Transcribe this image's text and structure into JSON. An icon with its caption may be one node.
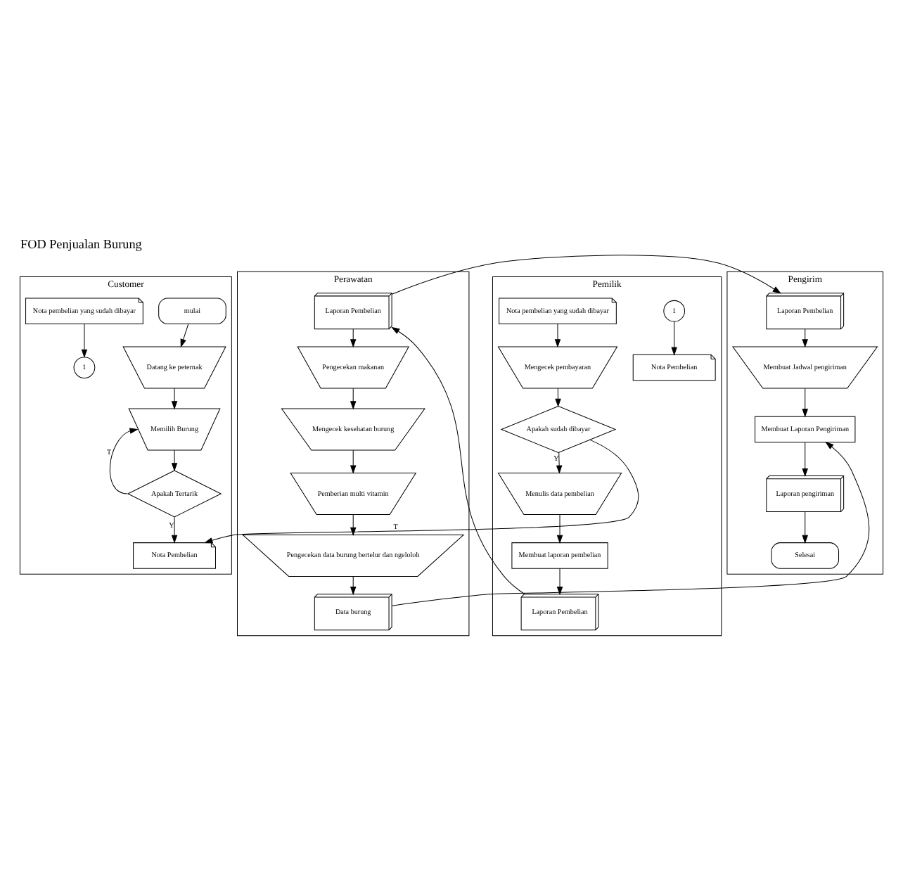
{
  "diagram": {
    "title": "FOD Penjualan Burung",
    "nodes": [
      {
        "text": [
          "Customer"
        ]
      },
      {
        "text": [
          "mulai"
        ],
        "in": 0
      },
      {
        "text": [
          "Datang ke peternak"
        ],
        "in": 0
      },
      {
        "text": [
          "Memilih Burung"
        ],
        "in": 0
      },
      {
        "text": [
          "Apakah Tertarik"
        ],
        "in": 0
      },
      {
        "text": [
          "Nota Pembelian"
        ],
        "in": 0
      },
      {
        "text": [
          "Nota pembelian yang sudah dibayar"
        ],
        "in": 0
      },
      {
        "text": [
          "1"
        ],
        "in": 0
      },
      {
        "text": [
          "Pemilik"
        ]
      },
      {
        "text": [
          "1"
        ],
        "in": 8
      },
      {
        "text": [
          "Nota Pembelian"
        ],
        "in": 8
      },
      {
        "text": [
          "Nota pembelian yang sudah dibayar"
        ],
        "in": 8
      },
      {
        "text": [
          "Mengecek pembayaran"
        ],
        "in": 8
      },
      {
        "text": [
          "Apakah sudah dibayar"
        ],
        "in": 8
      },
      {
        "text": [
          "Menulis data pembelian"
        ],
        "in": 8
      },
      {
        "text": [
          "Membuat laporan pembelian"
        ],
        "in": 8
      },
      {
        "text": [
          "Laporan Pembelian"
        ],
        "in": 8
      },
      {
        "text": [
          "Perawatan"
        ]
      },
      {
        "text": [
          "Laporan Pembelian"
        ],
        "in": 17
      },
      {
        "text": [
          "Pengecekan makanan"
        ],
        "in": 17
      },
      {
        "text": [
          "Mengecek kesehatan burung"
        ],
        "in": 17
      },
      {
        "text": [
          "Pemberian multi vitamin"
        ],
        "in": 17
      },
      {
        "text": [
          "Pengecekan data burung bertelur dan ngeloloh"
        ],
        "in": 17
      },
      {
        "text": [
          "Data burung"
        ],
        "in": 17
      },
      {
        "text": [
          "Pengirim"
        ]
      },
      {
        "text": [
          "Laporan Pembelian"
        ],
        "in": 24
      },
      {
        "text": [
          "Membuat Jadwal pengiriman"
        ],
        "in": 24
      },
      {
        "text": [
          "Membuat Laporan Pengiriman"
        ],
        "in": 24
      },
      {
        "text": [
          "Laporan pengiriman"
        ],
        "in": 24
      },
      {
        "text": [
          "Selesai"
        ],
        "in": 24
      }
    ],
    "edges": [
      {
        "from": 1,
        "to": 2,
        "arrow": "to"
      },
      {
        "from": 2,
        "to": 3,
        "arrow": "to"
      },
      {
        "from": 3,
        "to": 4,
        "arrow": "to"
      },
      {
        "from": 4,
        "to": 3,
        "arrow": "to",
        "label": "T"
      },
      {
        "from": 4,
        "to": 5,
        "arrow": "to",
        "label": "Y"
      },
      {
        "from": 6,
        "to": 7,
        "arrow": "to"
      },
      {
        "from": 9,
        "to": 10,
        "arrow": "to"
      },
      {
        "from": 11,
        "to": 12,
        "arrow": "to"
      },
      {
        "from": 12,
        "to": 13,
        "arrow": "to"
      },
      {
        "from": 13,
        "to": 14,
        "arrow": "to",
        "label": "Y"
      },
      {
        "from": 13,
        "to": 5,
        "arrow": "to",
        "label": "T"
      },
      {
        "from": 14,
        "to": 15,
        "arrow": "to"
      },
      {
        "from": 15,
        "to": 16,
        "arrow": "to"
      },
      {
        "from": 16,
        "to": 18,
        "arrow": "to"
      },
      {
        "from": 18,
        "to": 19,
        "arrow": "to"
      },
      {
        "from": 19,
        "to": 20,
        "arrow": "to"
      },
      {
        "from": 20,
        "to": 21,
        "arrow": "to"
      },
      {
        "from": 21,
        "to": 22,
        "arrow": "to"
      },
      {
        "from": 22,
        "to": 23,
        "arrow": "to"
      },
      {
        "from": 18,
        "to": 25,
        "arrow": "to"
      },
      {
        "from": 23,
        "to": 27,
        "arrow": "to"
      },
      {
        "from": 25,
        "to": 26,
        "arrow": "to"
      },
      {
        "from": 26,
        "to": 27,
        "arrow": "to"
      },
      {
        "from": 27,
        "to": 28,
        "arrow": "to"
      },
      {
        "from": 28,
        "to": 29,
        "arrow": "to"
      }
    ]
  }
}
